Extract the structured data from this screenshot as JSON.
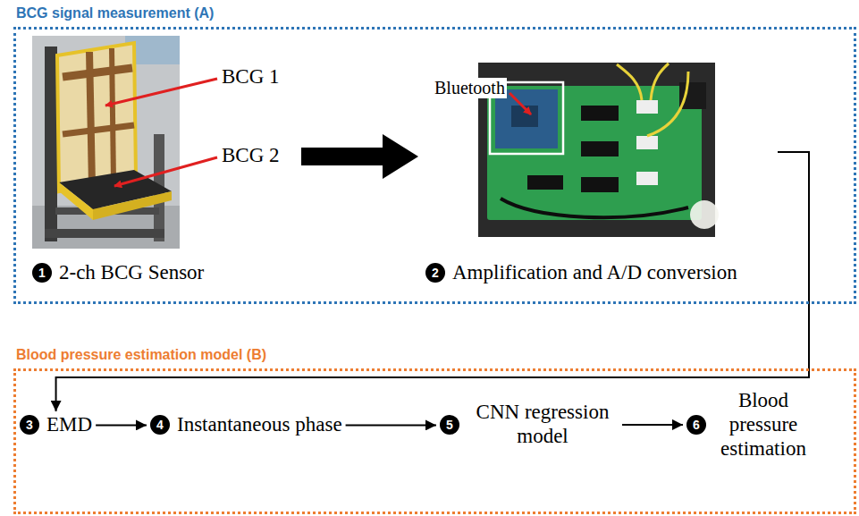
{
  "diagram": {
    "nodes": [
      {
        "text": [
          "BCG signal measurement (A)"
        ]
      },
      {
        "text": [
          "1",
          "2-ch BCG Sensor"
        ],
        "in": 0
      },
      {
        "text": [
          "2",
          "Amplification and A/D conversion"
        ],
        "in": 0
      },
      {
        "text": [
          "Blood pressure estimation model (B)"
        ]
      },
      {
        "text": [
          "3",
          "EMD"
        ],
        "in": 3
      },
      {
        "text": [
          "4",
          "Instantaneous phase"
        ],
        "in": 3
      },
      {
        "text": [
          "5",
          "CNN regression model"
        ],
        "in": 3
      },
      {
        "text": [
          "6",
          "Blood pressure estimation"
        ],
        "in": 3
      }
    ],
    "edges": [
      {
        "from": 1,
        "to": 2,
        "arrow": "to"
      },
      {
        "from": 2,
        "to": 4,
        "arrow": "to"
      },
      {
        "from": 4,
        "to": 5,
        "arrow": "to"
      },
      {
        "from": 5,
        "to": 6,
        "arrow": "to"
      },
      {
        "from": 6,
        "to": 7,
        "arrow": "to"
      }
    ],
    "labels": [
      "BCG 1",
      "BCG 2",
      "Bluetooth"
    ]
  }
}
